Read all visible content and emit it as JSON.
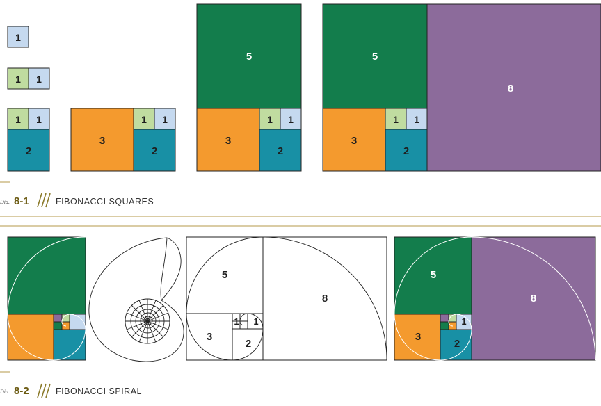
{
  "colors": {
    "one_blue": "#c5d9ef",
    "one_green": "#c0dca0",
    "two_teal": "#1890a5",
    "three_orange": "#f49a2e",
    "five_green": "#137d4c",
    "eight_purple": "#8c6b9b",
    "rule": "#b59a4a",
    "slash": "#8b7a2a"
  },
  "squares_labels": {
    "one": "1",
    "two": "2",
    "three": "3",
    "five": "5",
    "eight": "8"
  },
  "figure_1": {
    "prefix": "Dia.",
    "number": "8-1",
    "title": "FIBONACCI SQUARES"
  },
  "figure_2": {
    "prefix": "Dia.",
    "number": "8-2",
    "title": "FIBONACCI SPIRAL"
  }
}
